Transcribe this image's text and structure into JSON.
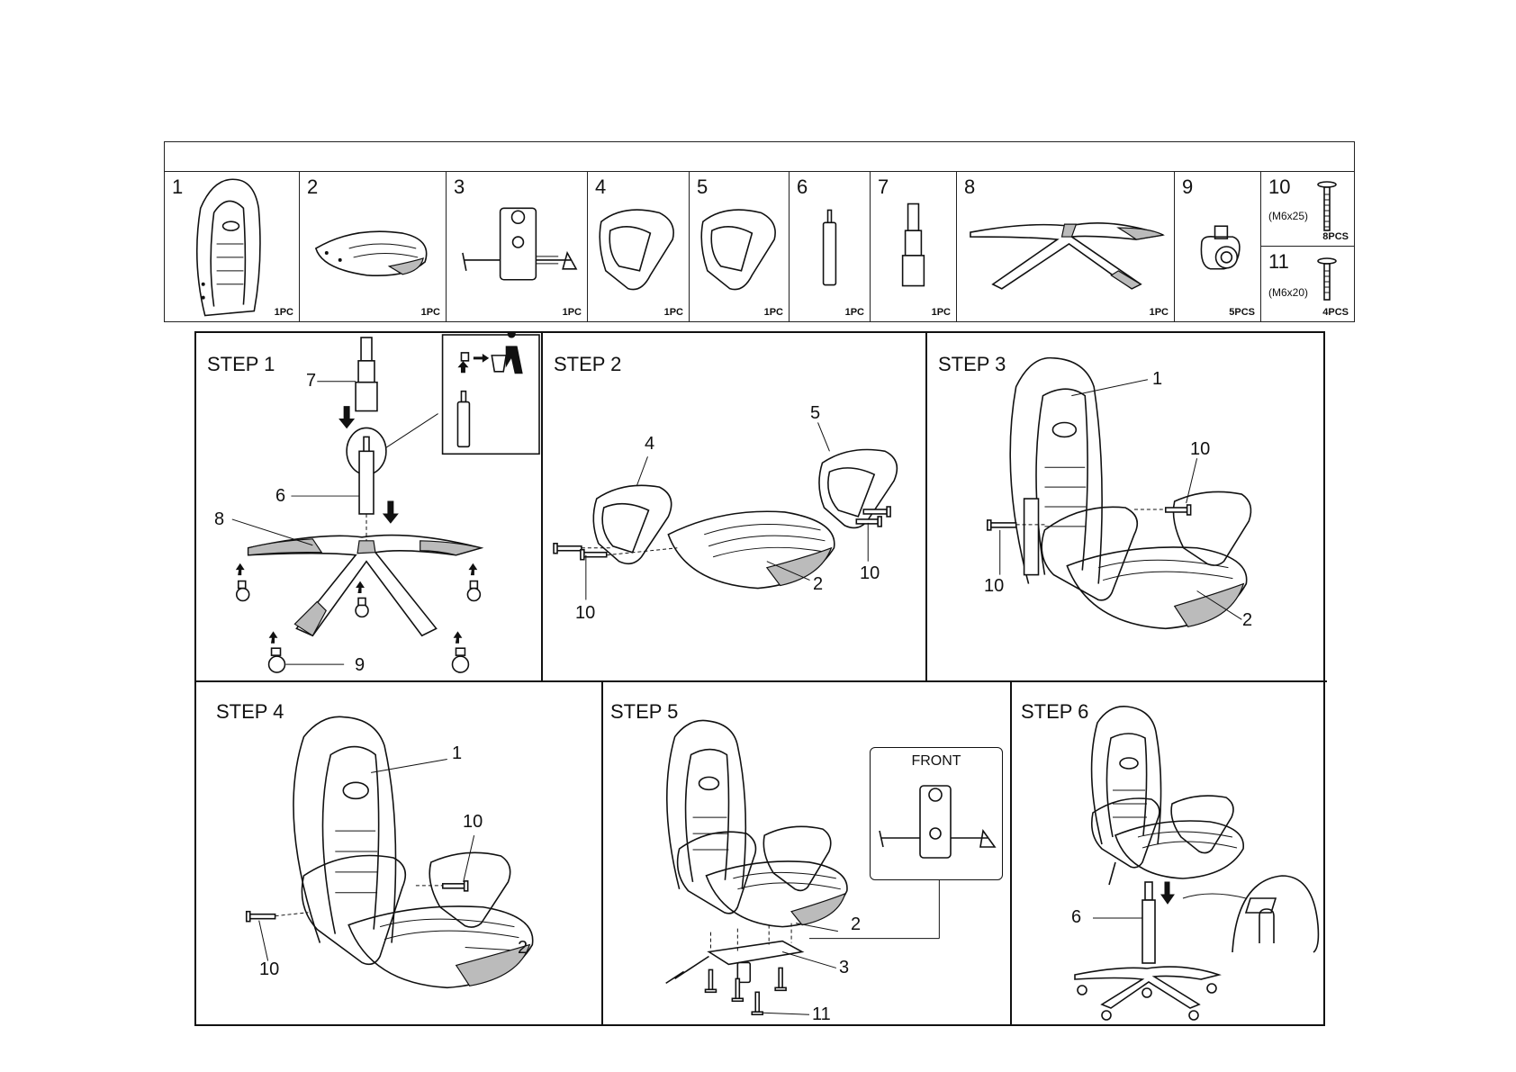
{
  "parts": [
    {
      "num": "1",
      "qty": "1PC"
    },
    {
      "num": "2",
      "qty": "1PC"
    },
    {
      "num": "3",
      "qty": "1PC"
    },
    {
      "num": "4",
      "qty": "1PC"
    },
    {
      "num": "5",
      "qty": "1PC"
    },
    {
      "num": "6",
      "qty": "1PC"
    },
    {
      "num": "7",
      "qty": "1PC"
    },
    {
      "num": "8",
      "qty": "1PC"
    },
    {
      "num": "9",
      "qty": "5PCS"
    }
  ],
  "hardware": [
    {
      "num": "10",
      "size": "(M6x25)",
      "qty": "8PCS"
    },
    {
      "num": "11",
      "size": "(M6x20)",
      "qty": "4PCS"
    }
  ],
  "steps": {
    "s1": {
      "title": "STEP 1",
      "c7": "7",
      "c6": "6",
      "c8": "8",
      "c9": "9"
    },
    "s2": {
      "title": "STEP 2",
      "c4": "4",
      "c5": "5",
      "c10a": "10",
      "c10b": "10",
      "c2": "2"
    },
    "s3": {
      "title": "STEP 3",
      "c1": "1",
      "c10a": "10",
      "c10b": "10",
      "c2": "2"
    },
    "s4": {
      "title": "STEP 4",
      "c1": "1",
      "c10a": "10",
      "c10b": "10",
      "c2": "2"
    },
    "s5": {
      "title": "STEP 5",
      "front": "FRONT",
      "c2": "2",
      "c3": "3",
      "c11": "11"
    },
    "s6": {
      "title": "STEP 6",
      "c6": "6"
    }
  }
}
